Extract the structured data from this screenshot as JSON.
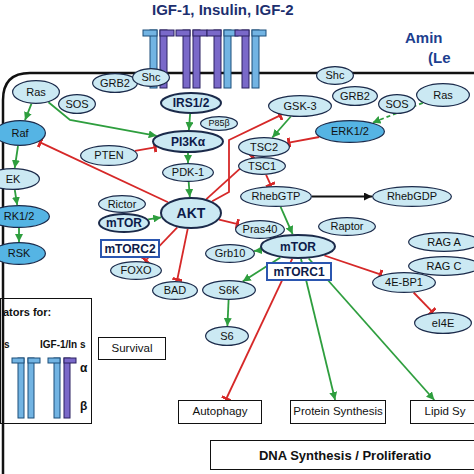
{
  "diagram": {
    "nodes": [
      {
        "text": [
          "Ras"
        ]
      },
      {
        "text": [
          "SOS"
        ]
      },
      {
        "text": [
          "GRB2"
        ]
      },
      {
        "text": [
          "Shc"
        ]
      },
      {
        "text": [
          "IRS1/2"
        ]
      },
      {
        "text": [
          "Shc"
        ]
      },
      {
        "text": [
          "GRB2"
        ]
      },
      {
        "text": [
          "SOS"
        ]
      },
      {
        "text": [
          "Ras"
        ]
      },
      {
        "text": [
          "GSK-3"
        ]
      },
      {
        "text": [
          "P85β"
        ]
      },
      {
        "text": [
          "PI3Kα"
        ]
      },
      {
        "text": [
          "PTEN"
        ]
      },
      {
        "text": [
          "PDK-1"
        ]
      },
      {
        "text": [
          "Raf"
        ]
      },
      {
        "text": [
          "EK"
        ]
      },
      {
        "text": [
          "RK1/2"
        ]
      },
      {
        "text": [
          "RSK"
        ]
      },
      {
        "text": [
          "TSC2"
        ]
      },
      {
        "text": [
          "TSC1"
        ]
      },
      {
        "text": [
          "ERK1/2"
        ]
      },
      {
        "text": [
          "RhebGTP"
        ]
      },
      {
        "text": [
          "RhebGDP"
        ]
      },
      {
        "text": [
          "Rictor"
        ]
      },
      {
        "text": [
          "mTOR"
        ]
      },
      {
        "text": [
          "AKT"
        ]
      },
      {
        "text": [
          "mTORC2"
        ]
      },
      {
        "text": [
          "Pras40"
        ]
      },
      {
        "text": [
          "Raptor"
        ]
      },
      {
        "text": [
          "Grb10"
        ]
      },
      {
        "text": [
          "mTOR"
        ]
      },
      {
        "text": [
          "mTORC1"
        ]
      },
      {
        "text": [
          "RAG A"
        ]
      },
      {
        "text": [
          "RAG C"
        ]
      },
      {
        "text": [
          "4E-BP1"
        ]
      },
      {
        "text": [
          "eI4E"
        ]
      },
      {
        "text": [
          "FOXO"
        ]
      },
      {
        "text": [
          "BAD"
        ]
      },
      {
        "text": [
          "S6K"
        ]
      },
      {
        "text": [
          "S6"
        ]
      },
      {
        "text": [
          "Survival"
        ]
      },
      {
        "text": [
          "ators for:"
        ]
      },
      {
        "text": [
          "Autophagy"
        ]
      },
      {
        "text": [
          "Protein Synthesis"
        ]
      },
      {
        "text": [
          "Lipid Sy"
        ]
      },
      {
        "text": [
          "DNA Synthesis / Proliferatio"
        ]
      }
    ],
    "edges": [
      {
        "from": 0,
        "to": 14,
        "arrow": "to"
      },
      {
        "from": 14,
        "to": 15,
        "arrow": "to"
      },
      {
        "from": 15,
        "to": 16,
        "arrow": "to"
      },
      {
        "from": 16,
        "to": 17,
        "arrow": "to"
      },
      {
        "from": 0,
        "to": 11,
        "arrow": "to"
      },
      {
        "from": 4,
        "to": 11,
        "arrow": "to"
      },
      {
        "from": 12,
        "to": 11,
        "arrow": "to"
      },
      {
        "from": 11,
        "to": 13,
        "arrow": "to"
      },
      {
        "from": 13,
        "to": 25,
        "arrow": "to"
      },
      {
        "from": 25,
        "to": 14,
        "arrow": "to"
      },
      {
        "from": 24,
        "to": 25,
        "arrow": "to"
      },
      {
        "from": 25,
        "to": 9,
        "arrow": "to"
      },
      {
        "from": 25,
        "to": 18,
        "arrow": "to"
      },
      {
        "from": 25,
        "to": 36,
        "arrow": "to"
      },
      {
        "from": 25,
        "to": 37,
        "arrow": "to"
      },
      {
        "from": 25,
        "to": 27,
        "arrow": "to"
      },
      {
        "from": 9,
        "to": 18,
        "arrow": "to"
      },
      {
        "from": 20,
        "to": 18,
        "arrow": "to"
      },
      {
        "from": 8,
        "to": 20,
        "arrow": "to"
      },
      {
        "from": 19,
        "to": 21,
        "arrow": "to"
      },
      {
        "from": 21,
        "to": 22,
        "arrow": "to"
      },
      {
        "from": 21,
        "to": 30,
        "arrow": "to"
      },
      {
        "from": 30,
        "to": 29,
        "arrow": "to"
      },
      {
        "from": 30,
        "to": 38,
        "arrow": "to"
      },
      {
        "from": 38,
        "to": 39,
        "arrow": "to"
      },
      {
        "from": 30,
        "to": 34,
        "arrow": "to"
      },
      {
        "from": 34,
        "to": 35,
        "arrow": "to"
      },
      {
        "from": 30,
        "to": 42,
        "arrow": "to"
      },
      {
        "from": 30,
        "to": 43,
        "arrow": "to"
      },
      {
        "from": 30,
        "to": 44,
        "arrow": "to"
      }
    ],
    "labels": [
      "IGF-1, Insulin, IGF-2",
      "Amin",
      "(Le",
      "s",
      "IGF-1/In s",
      "α",
      "β"
    ]
  }
}
